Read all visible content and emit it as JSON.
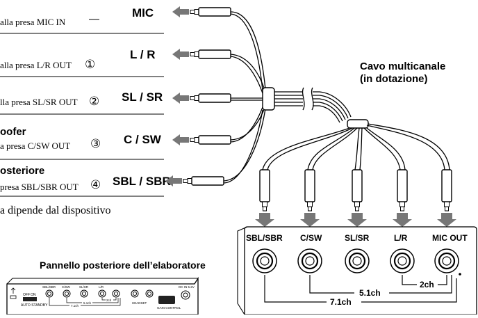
{
  "rows": [
    {
      "desc": "alla presa MIC IN",
      "marker": "—",
      "label": "MIC"
    },
    {
      "desc": "alla presa L/R OUT",
      "marker": "①",
      "label": "L / R"
    },
    {
      "desc": "lla presa SL/SR OUT",
      "marker": "②",
      "label": "SL / SR"
    },
    {
      "desc": "a presa C/SW OUT",
      "marker": "③",
      "label": "C / SW"
    },
    {
      "desc": "presa SBL/SBR OUT",
      "marker": "④",
      "label": "SBL / SBR"
    }
  ],
  "row_headings": {
    "subwoofer": "oofer",
    "rear": "osteriore"
  },
  "footnote": "a dipende dal dispositivo",
  "cable_title": {
    "line1": "Cavo multicanale",
    "line2": "(in dotazione)"
  },
  "panel_title": "Pannello posteriore dell’elaboratore",
  "jacks": [
    "SBL/SBR",
    "C/SW",
    "SL/SR",
    "L/R",
    "MIC OUT"
  ],
  "channel_groups": {
    "two": "2ch",
    "five": "5.1ch",
    "seven": "7.1ch"
  },
  "device_labels": {
    "off": "OFF",
    "on": "ON",
    "auto_standby": "AUTO STANDBY",
    "jacks": [
      "SBL/SBR",
      "C/SW",
      "SL/SR",
      "L/R"
    ],
    "ch5": "5.1ch",
    "ch7": "7.1ch",
    "ch2": "2ch",
    "headset": "HEADSET",
    "gain": "GAIN CONTROL",
    "dc": "DC IN 5.2V"
  }
}
